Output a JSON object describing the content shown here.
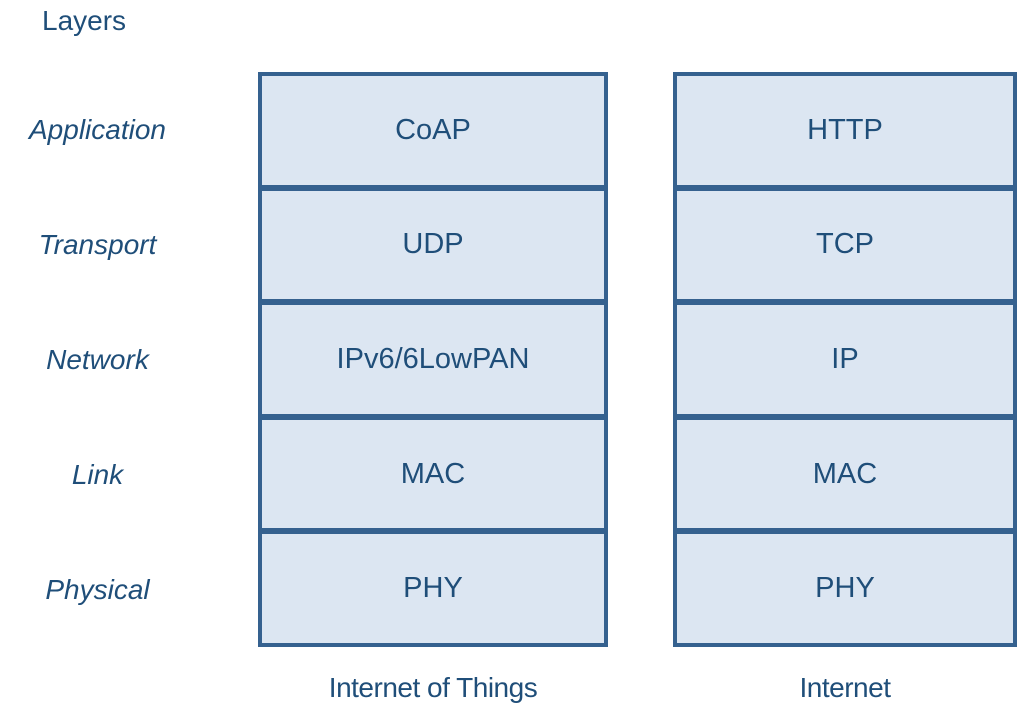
{
  "title": "Layers",
  "layer_labels": [
    "Application",
    "Transport",
    "Network",
    "Link",
    "Physical"
  ],
  "stacks": {
    "iot": {
      "caption": "Internet of Things",
      "cells": [
        "CoAP",
        "UDP",
        "IPv6/6LowPAN",
        "MAC",
        "PHY"
      ]
    },
    "internet": {
      "caption": "Internet",
      "cells": [
        "HTTP",
        "TCP",
        "IP",
        "MAC",
        "PHY"
      ]
    }
  },
  "colors": {
    "text": "#1F4E79",
    "box_border": "#35618F",
    "box_fill": "#DCE6F2",
    "background": "#FFFFFF"
  }
}
